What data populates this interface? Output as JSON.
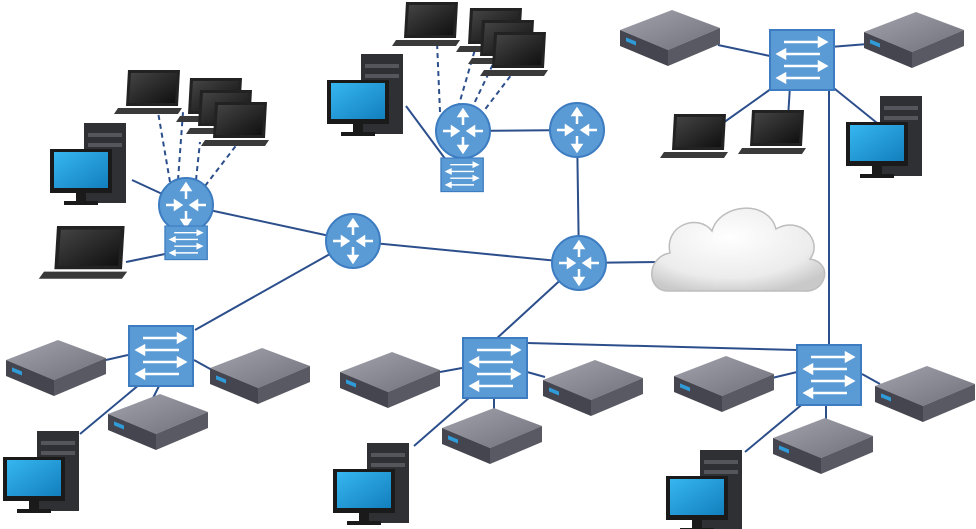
{
  "diagram": {
    "colors": {
      "link": "#2c4f8c",
      "router_fill": "#5b9bd5",
      "router_stroke": "#3d7cc0",
      "switch_fill": "#5b9bd5",
      "switch_stroke": "#3d7cc0",
      "arrow": "#ffffff",
      "server_top": "#8c8d96",
      "server_front": "#4a4b54",
      "screen": "#1e9fdd",
      "tower": "#2f3033",
      "laptop": "#2b2b2b",
      "cloud": "#e9e9e9"
    },
    "nodes": [
      {
        "id": "router-left",
        "kind": "router"
      },
      {
        "id": "router-center",
        "kind": "router"
      },
      {
        "id": "router-top",
        "kind": "router"
      },
      {
        "id": "router-top-right",
        "kind": "router"
      },
      {
        "id": "router-right",
        "kind": "router"
      },
      {
        "id": "switch-left-mid",
        "kind": "switch"
      },
      {
        "id": "switch-top",
        "kind": "switch"
      },
      {
        "id": "switch-top-right",
        "kind": "switch"
      },
      {
        "id": "switch-bottom-left",
        "kind": "switch"
      },
      {
        "id": "switch-bottom-center",
        "kind": "switch"
      },
      {
        "id": "switch-bottom-right",
        "kind": "switch"
      },
      {
        "id": "cloud",
        "kind": "cloud"
      }
    ],
    "links": [
      {
        "from": "router-left",
        "to": "router-center",
        "style": "solid"
      },
      {
        "from": "router-center",
        "to": "router-right",
        "style": "solid"
      },
      {
        "from": "router-right",
        "to": "router-top-right",
        "style": "solid"
      },
      {
        "from": "router-top-right",
        "to": "router-top",
        "style": "solid"
      },
      {
        "from": "router-right",
        "to": "cloud",
        "style": "solid"
      },
      {
        "from": "router-center",
        "to": "switch-bottom-left",
        "style": "solid"
      },
      {
        "from": "router-right",
        "to": "switch-bottom-center",
        "style": "solid"
      },
      {
        "from": "switch-bottom-center",
        "to": "switch-bottom-right",
        "style": "solid"
      },
      {
        "from": "switch-bottom-right",
        "to": "switch-top-right",
        "style": "solid"
      },
      {
        "from": "router-left",
        "to": "laptop",
        "style": "dashed"
      },
      {
        "from": "router-top",
        "to": "laptop",
        "style": "dashed"
      }
    ]
  }
}
